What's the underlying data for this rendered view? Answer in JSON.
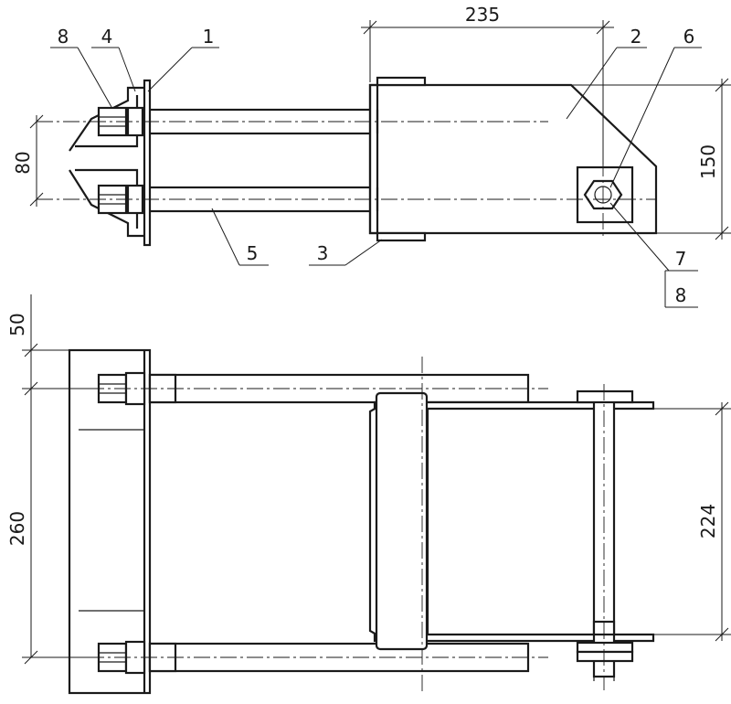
{
  "dimensions": {
    "width_top": "235",
    "height_top": "150",
    "spacing_left": "80",
    "offset_bottom": "50",
    "height_bottom": "260",
    "inner_height": "224"
  },
  "callouts": {
    "p1": "1",
    "p2": "2",
    "p3": "3",
    "p4": "4",
    "p5": "5",
    "p6": "6",
    "p7": "7",
    "p8_left": "8",
    "p8_right": "8"
  }
}
